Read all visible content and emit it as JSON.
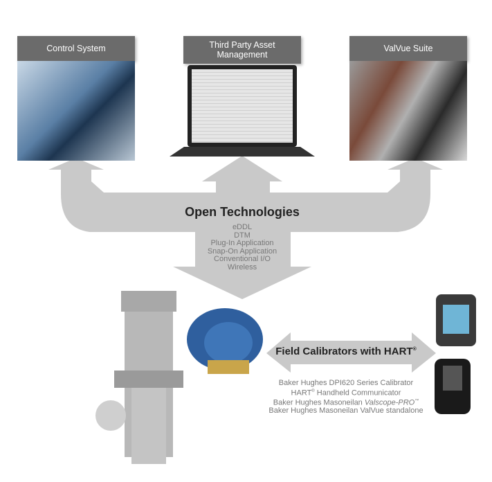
{
  "panels": [
    {
      "title": "Control System"
    },
    {
      "title": "Third Party Asset Management"
    },
    {
      "title": "ValVue Suite"
    }
  ],
  "center": {
    "title": "Open Technologies",
    "items": [
      "eDDL",
      "DTM",
      "Plug-In Application",
      "Snap-On Application",
      "Conventional I/O",
      "Wireless"
    ]
  },
  "calibrators": {
    "title": "Field Calibrators with HART",
    "title_sup": "®",
    "items": [
      {
        "text": "Baker Hughes DPI620 Series Calibrator"
      },
      {
        "text": "HART",
        "sup": "®",
        "rest": " Handheld Communicator"
      },
      {
        "text": "Baker Hughes Masoneilan ",
        "italic": "Valscope-PRO",
        "sup": "™"
      },
      {
        "text": "Baker Hughes Masoneilan ValVue standalone"
      }
    ]
  },
  "colors": {
    "arrow": "#c9c9c9",
    "header": "#6b6b6b"
  }
}
